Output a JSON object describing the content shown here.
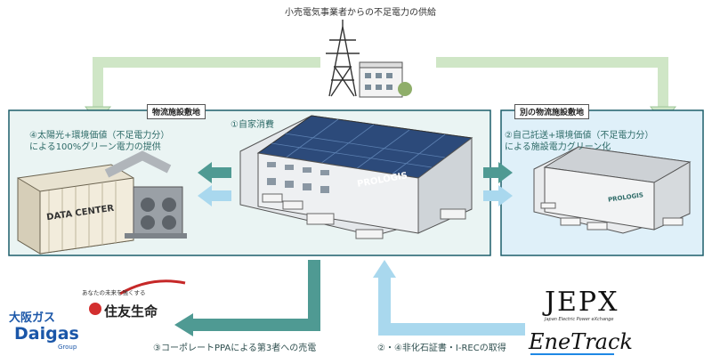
{
  "top_caption": "小売電気事業者からの不足電力の供給",
  "site_main": {
    "label": "物流施設敷地",
    "self_consumption": "①自家消費",
    "data_center_line1": "④太陽光+環境価値（不足電力分）",
    "data_center_line2": "による100%グリーン電力の提供",
    "container_text": "DATA CENTER",
    "brand": "PROLOGIS"
  },
  "site_other": {
    "label": "別の物流施設敷地",
    "line1": "②自己託送+環境価値（不足電力分）",
    "line2": "による施設電力グリーン化",
    "brand": "PROLOGIS"
  },
  "bottom": {
    "ppa_caption": "③コーポレートPPAによる第3者への売電",
    "cert_caption": "②・④非化石証書・I-RECの取得"
  },
  "logos": {
    "jepx": "JEPX",
    "jepx_sub": "Japan Electric Power eXchange",
    "enetrack": "EneTrack",
    "osaka_gas": "大阪ガス",
    "daigas": "Daigas",
    "daigas_group": "Group",
    "sumitomo": "住友生命",
    "sumitomo_tagline": "あなたの未来を強くする"
  },
  "colors": {
    "arrow_teal": "#4f9a93",
    "arrow_light_blue": "#a9d8ee",
    "arrow_light_green": "#cfe6c6",
    "border": "#1d5f6b"
  }
}
